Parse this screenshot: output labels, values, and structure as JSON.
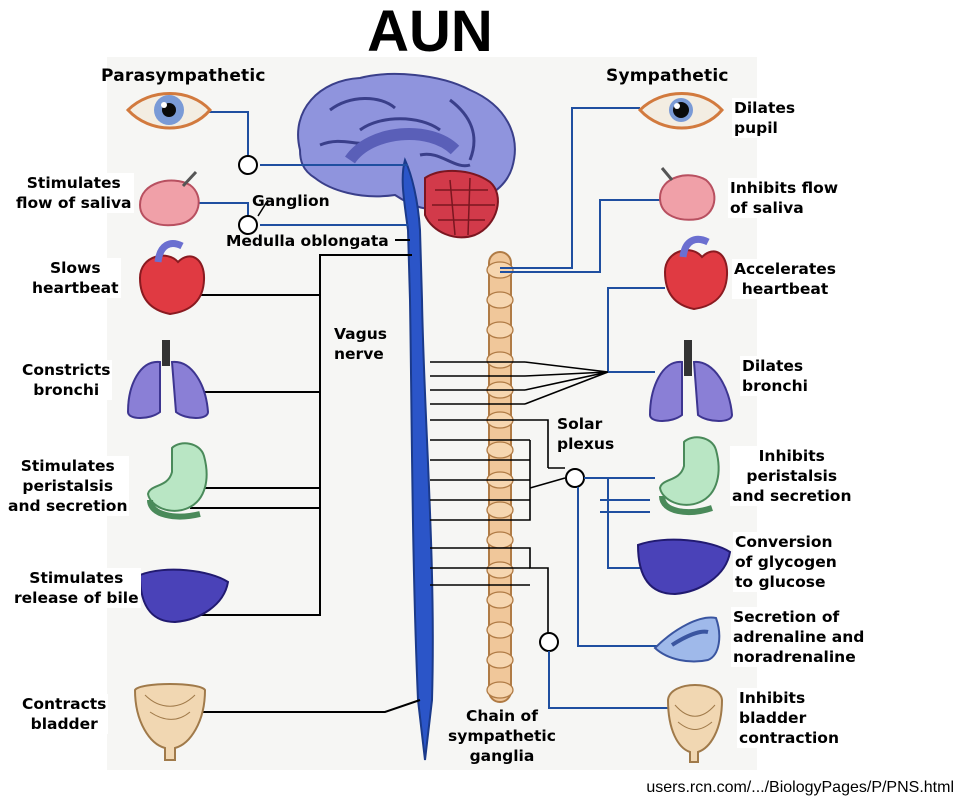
{
  "title": "AUN",
  "headers": {
    "parasympathetic": "Parasympathetic",
    "sympathetic": "Sympathetic"
  },
  "labels": {
    "ganglion": "Ganglion",
    "medulla": "Medulla oblongata",
    "vagus": "Vagus\nnerve",
    "solar_plexus": "Solar\nplexus",
    "chain": "Chain of\nsympathetic\nganglia"
  },
  "parasympathetic_effects": [
    "Stimulates\nflow of saliva",
    "Slows\nheartbeat",
    "Constricts\nbronchi",
    "Stimulates\nperistalsis\nand secretion",
    "Stimulates\nrelease of bile",
    "Contracts\nbladder"
  ],
  "sympathetic_effects": [
    "Dilates\npupil",
    "Inhibits flow\nof saliva",
    "Accelerates\nheartbeat",
    "Dilates\nbronchi",
    "Inhibits\nperistalsis\nand secretion",
    "Conversion\nof glycogen\nto glucose",
    "Secretion of\nadrenaline and\nnoradrenaline",
    "Inhibits\nbladder\ncontraction"
  ],
  "source": "users.rcn.com/.../BiologyPages/P/PNS.html",
  "colors": {
    "nerve": "#1f4fa0",
    "cord": "#2b55c8",
    "brain": "#8f94dd",
    "cerebellum": "#d23a4a",
    "chain": "#f0c79a",
    "heart": "#e03a42",
    "lung": "#8a7fd6",
    "stomach": "#b9e6c4",
    "liver": "#4a42b8",
    "bladder": "#f1d7b2"
  }
}
